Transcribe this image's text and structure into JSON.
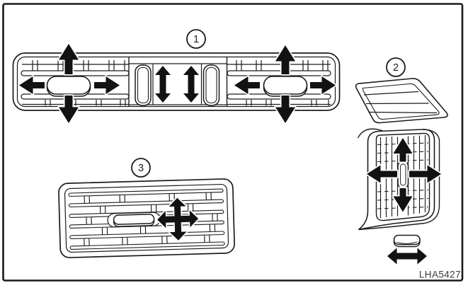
{
  "figure": {
    "code": "LHA5427",
    "callouts": [
      {
        "number": "1"
      },
      {
        "number": "2"
      },
      {
        "number": "3"
      }
    ],
    "icons": {
      "airflow_up": "up-arrow",
      "airflow_down": "down-arrow",
      "airflow_left": "left-arrow",
      "airflow_right": "right-arrow",
      "airflow_four_way": "four-way-arrow",
      "airflow_left_right": "left-right-arrow"
    }
  },
  "colors": {
    "background": "#ffffff",
    "line": "#1c1c1c",
    "arrow": "#121212",
    "border": "#1a1a1a",
    "code_text": "#3a3a42"
  }
}
